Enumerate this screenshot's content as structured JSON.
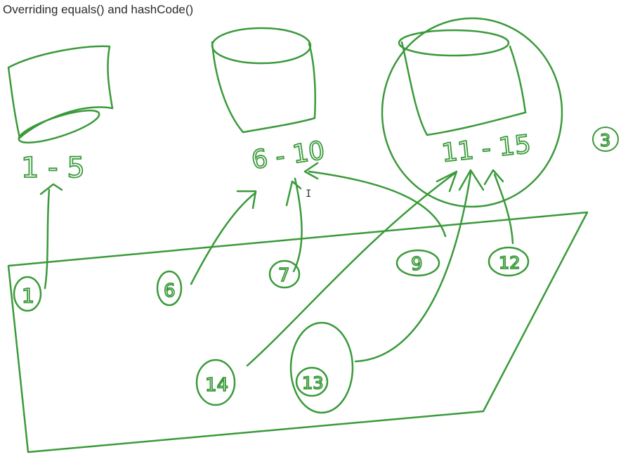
{
  "page": {
    "title": "Overriding equals() and hashCode()"
  },
  "colors": {
    "ink": "#3a9a3a",
    "title_text": "#2b2b2b",
    "background": "#ffffff"
  },
  "buckets": [
    {
      "range_label": "1 - 5"
    },
    {
      "range_label": "6 - 10"
    },
    {
      "range_label": "11 - 15"
    }
  ],
  "bucket_count_label": "3",
  "objects": [
    {
      "label": "1"
    },
    {
      "label": "6"
    },
    {
      "label": "7"
    },
    {
      "label": "9"
    },
    {
      "label": "12"
    },
    {
      "label": "14"
    },
    {
      "label": "13"
    }
  ],
  "cursor": {
    "icon": "text-cursor-icon",
    "glyph": "I"
  }
}
